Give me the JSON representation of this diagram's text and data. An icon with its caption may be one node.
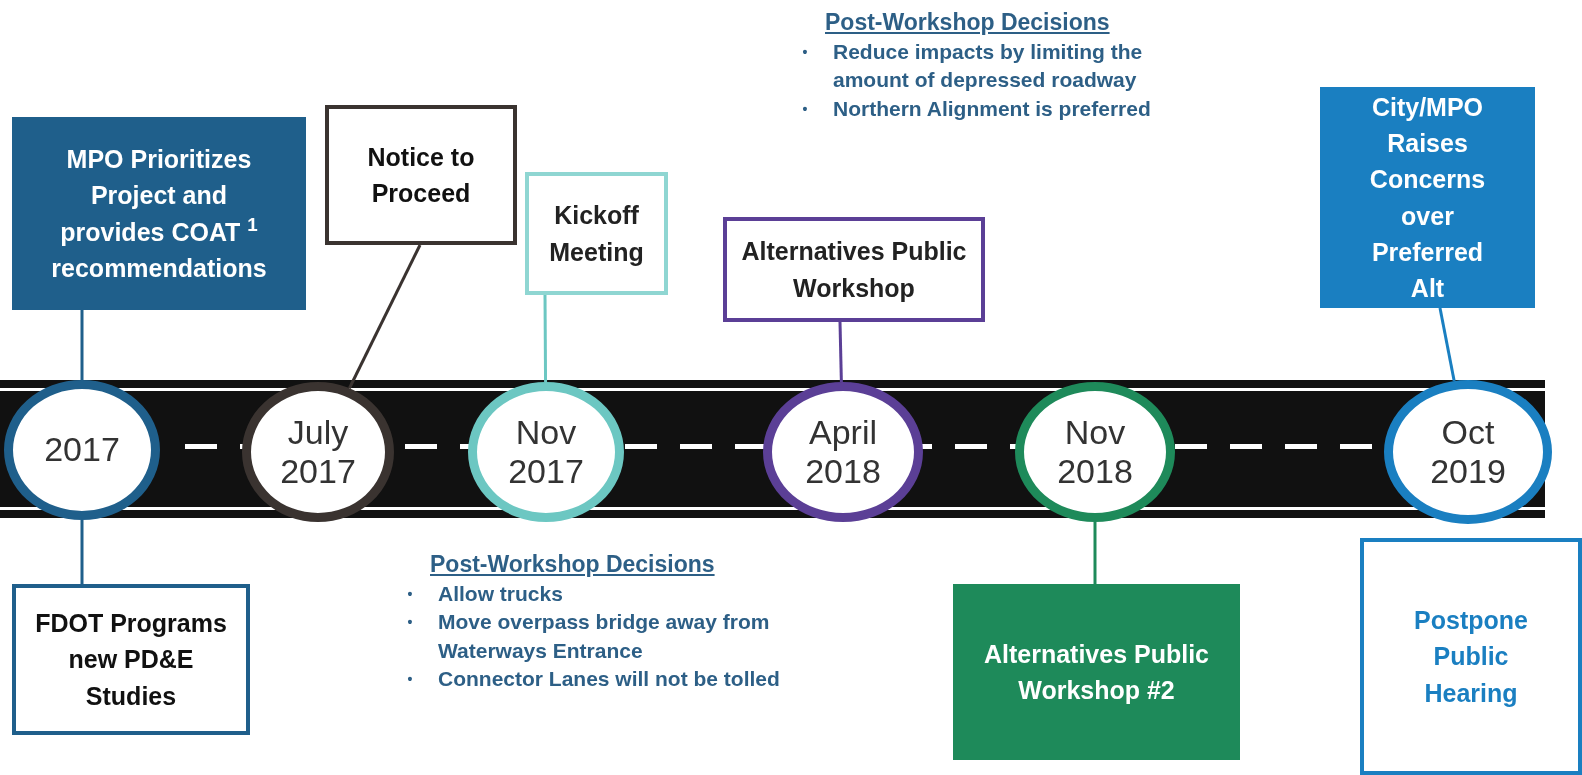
{
  "diagram": {
    "nodes": [
      {
        "text": [
          "MPO Prioritizes Project and provides COAT $^{1}$ recommendations"
        ]
      },
      {
        "text": [
          "Notice to Proceed"
        ]
      },
      {
        "text": [
          "Kickoff Meeting"
        ]
      },
      {
        "text": [
          "Alternatives Public Workshop"
        ]
      },
      {
        "text": [
          "City/MPO Raises Concerns over Preferred Alt"
        ]
      },
      {
        "text": [
          "2017"
        ]
      },
      {
        "text": [
          "July 2017"
        ]
      },
      {
        "text": [
          "Nov 2017"
        ]
      },
      {
        "text": [
          "April 2018"
        ]
      },
      {
        "text": [
          "Nov 2018"
        ]
      },
      {
        "text": [
          "Oct 2019"
        ]
      },
      {
        "text": [
          "FDOT Programs new PD&E Studies"
        ]
      },
      {
        "text": [
          "Alternatives Public Workshop #2"
        ]
      },
      {
        "text": [
          "Postpone Public Hearing"
        ]
      }
    ],
    "edges": [
      {
        "from": 0,
        "to": 5,
        "arrow": "none",
        "color": "#1f5f8b"
      },
      {
        "from": 1,
        "to": 6,
        "arrow": "none",
        "color": "#3a3330"
      },
      {
        "from": 2,
        "to": 7,
        "arrow": "none",
        "color": "#6cc7c2"
      },
      {
        "from": 3,
        "to": 8,
        "arrow": "none",
        "color": "#5b3f96"
      },
      {
        "from": 4,
        "to": 10,
        "arrow": "none",
        "color": "#1a7fc1"
      },
      {
        "from": 11,
        "to": 5,
        "arrow": "none",
        "color": "#1f5f8b"
      },
      {
        "from": 12,
        "to": 9,
        "arrow": "none",
        "color": "#1e8a5a"
      }
    ],
    "labels": [
      "Post-Workshop Decisions",
      "•",
      "Reduce impacts by limiting the amount of depressed roadway",
      "•",
      "Northern Alignment is preferred",
      "Post-Workshop Decisions",
      "•",
      "Allow trucks",
      "•",
      "Move overpass bridge away from Waterways Entrance",
      "•",
      "Connector Lanes will not be tolled"
    ]
  }
}
